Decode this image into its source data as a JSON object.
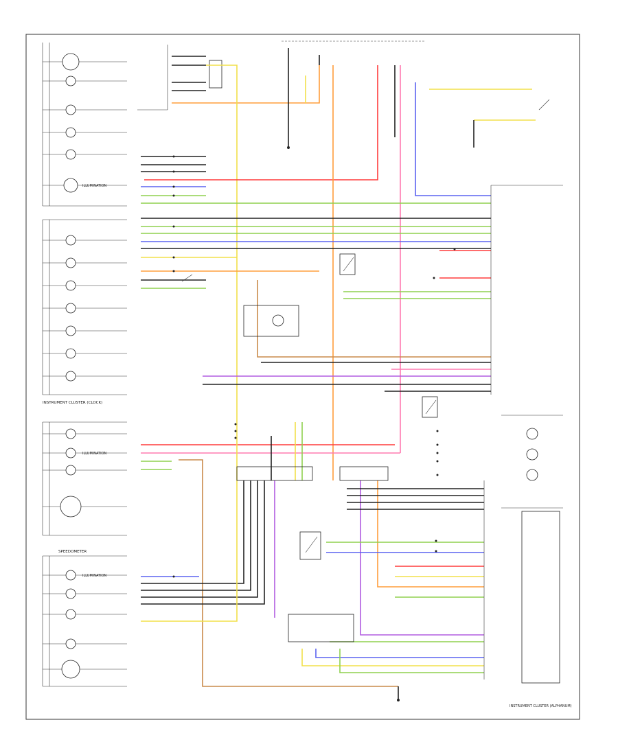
{
  "labels": {
    "cluster": "INSTRUMENT CLUSTER (CLOCK)",
    "speedometer": "SPEEDOMETER",
    "illumination": "ILLUMINATION",
    "lower_right": "INSTRUMENT CLUSTER (ALPHANUM)"
  },
  "colors": {
    "red": "#ff3b3b",
    "orange": "#ff9d3b",
    "yellow": "#f2e04a",
    "green": "#8fd14f",
    "blue": "#5b63f0",
    "violet": "#b05be0",
    "brown": "#c98a4a",
    "pink": "#ff7ab0",
    "black": "#222222"
  }
}
